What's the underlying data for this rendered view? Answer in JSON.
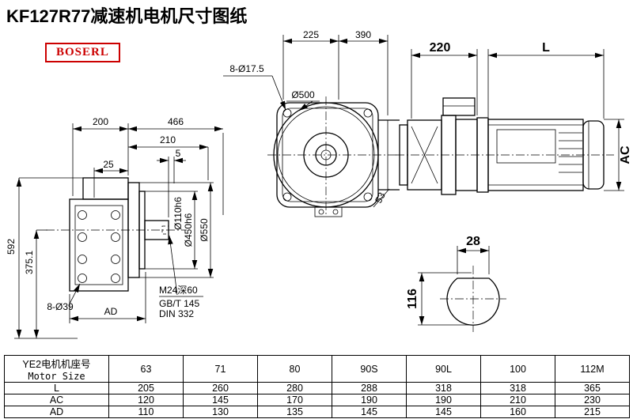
{
  "header": {
    "title": "KF127R77减速机电机尺寸图纸",
    "brand": "BOSERL"
  },
  "dims": {
    "front_width_left": "225",
    "front_width_right": "390",
    "front_bolt_holes": "8-Ø17.5",
    "front_flange_dia": "Ø500",
    "front_corner": "53",
    "motor_offset": "220",
    "motor_length": "L",
    "motor_dia": "AC",
    "side_top_a": "200",
    "side_top_b": "466",
    "side_mid_a": "210",
    "side_mid_b": "5",
    "side_mid_c": "25",
    "side_height_total": "592",
    "side_height_center": "375.1",
    "side_bolt_holes": "8-Ø39",
    "side_ad": "AD",
    "shaft_dia": "Ø110h6",
    "spigot_dia": "Ø450h6",
    "flange_outer_dia": "Ø550",
    "tap_hole": "M24深60",
    "tap_std1": "GB/T 145",
    "tap_std2": "DIN 332",
    "key_width": "28",
    "shaft_section_dia": "116"
  },
  "table": {
    "header_cn": "YE2电机机座号",
    "header_en": "Motor Size",
    "sizes": [
      "63",
      "71",
      "80",
      "90S",
      "90L",
      "100",
      "112M"
    ],
    "rows": [
      {
        "label": "L",
        "values": [
          "205",
          "260",
          "280",
          "288",
          "318",
          "318",
          "365"
        ]
      },
      {
        "label": "AC",
        "values": [
          "120",
          "145",
          "170",
          "190",
          "190",
          "210",
          "230"
        ]
      },
      {
        "label": "AD",
        "values": [
          "110",
          "130",
          "135",
          "145",
          "145",
          "160",
          "215"
        ]
      }
    ]
  }
}
